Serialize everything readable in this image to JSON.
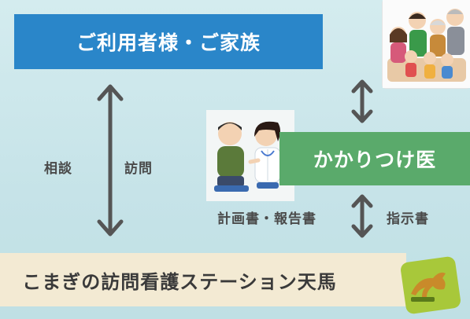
{
  "boxes": {
    "user_family": "ご利用者様・ご家族",
    "family_doctor": "かかりつけ医",
    "station": "こまぎの訪問看護ステーション天馬"
  },
  "edge_labels": {
    "consultation": "相談",
    "visit": "訪問",
    "plan_report": "計画書・報告書",
    "instruction": "指示書"
  },
  "colors": {
    "background": "#cbe7ea",
    "user_box": "#2a86c9",
    "doctor_box": "#5aaa6b",
    "station_box": "#f3ead3",
    "arrow": "#555555"
  },
  "icons": {
    "family": "family-illustration",
    "doctor": "doctor-patient-illustration",
    "logo": "tenma-horse-logo"
  }
}
